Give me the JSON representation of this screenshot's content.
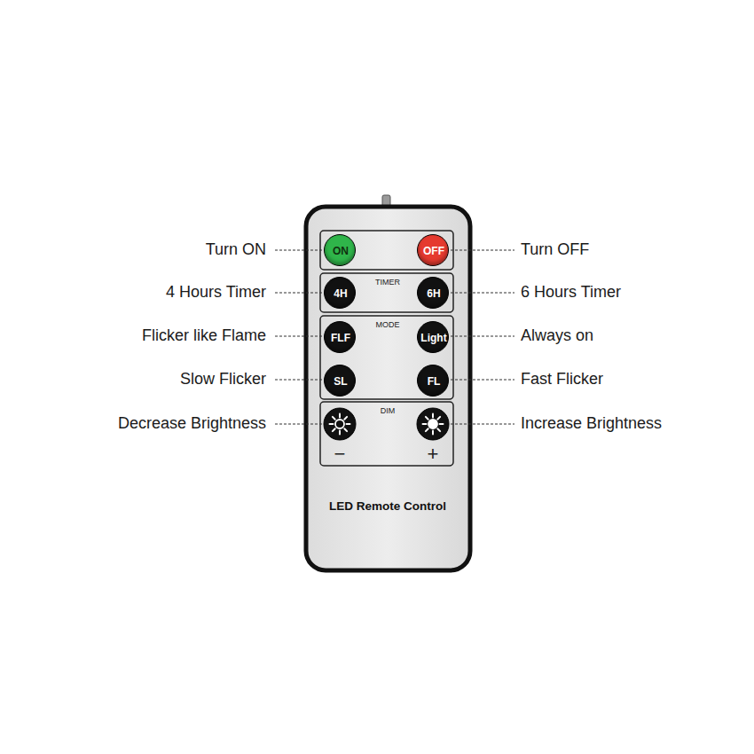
{
  "diagram": {
    "nodes": [
      {
        "text": [
          "LED Remote Control"
        ]
      },
      {
        "text": [
          "ON"
        ],
        "in": 0
      },
      {
        "text": [
          "OFF"
        ],
        "in": 0
      },
      {
        "text": [
          "TIMER"
        ],
        "in": 0
      },
      {
        "text": [
          "4H"
        ],
        "in": 3
      },
      {
        "text": [
          "6H"
        ],
        "in": 3
      },
      {
        "text": [
          "MODE"
        ],
        "in": 0
      },
      {
        "text": [
          "FLF"
        ],
        "in": 6
      },
      {
        "text": [
          "Light"
        ],
        "in": 6
      },
      {
        "text": [
          "SL"
        ],
        "in": 6
      },
      {
        "text": [
          "FL"
        ],
        "in": 6
      },
      {
        "text": [
          "DIM",
          "−",
          "+"
        ],
        "in": 0
      }
    ],
    "edges": [],
    "labels": [
      "Turn ON",
      "Turn OFF",
      "4 Hours Timer",
      "6 Hours Timer",
      "Flicker like Flame",
      "Always on",
      "Slow Flicker",
      "Fast Flicker",
      "Decrease Brightness",
      "Increase Brightness"
    ]
  }
}
